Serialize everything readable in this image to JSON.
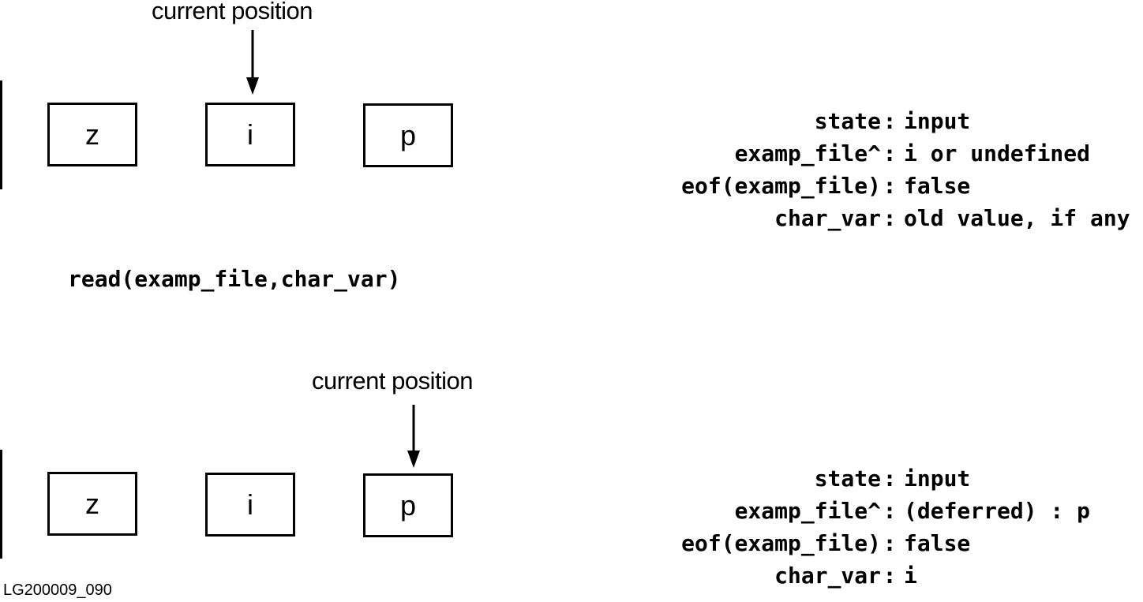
{
  "panel_top": {
    "position_label": "current position",
    "cells": [
      "z",
      "i",
      "p"
    ],
    "state_rows": [
      {
        "key": "state",
        "value": "input"
      },
      {
        "key": "examp_file^",
        "value": "i or undefined"
      },
      {
        "key": "eof(examp_file)",
        "value": "false"
      },
      {
        "key": "char_var",
        "value": "old value, if any"
      }
    ]
  },
  "statement": "read(examp_file,char_var)",
  "panel_bottom": {
    "position_label": "current position",
    "cells": [
      "z",
      "i",
      "p"
    ],
    "state_rows": [
      {
        "key": "state",
        "value": "input"
      },
      {
        "key": "examp_file^",
        "value": "(deferred) : p"
      },
      {
        "key": "eof(examp_file)",
        "value": "false"
      },
      {
        "key": "char_var",
        "value": "i"
      }
    ]
  },
  "separator": ":",
  "figure_id": "LG200009_090"
}
